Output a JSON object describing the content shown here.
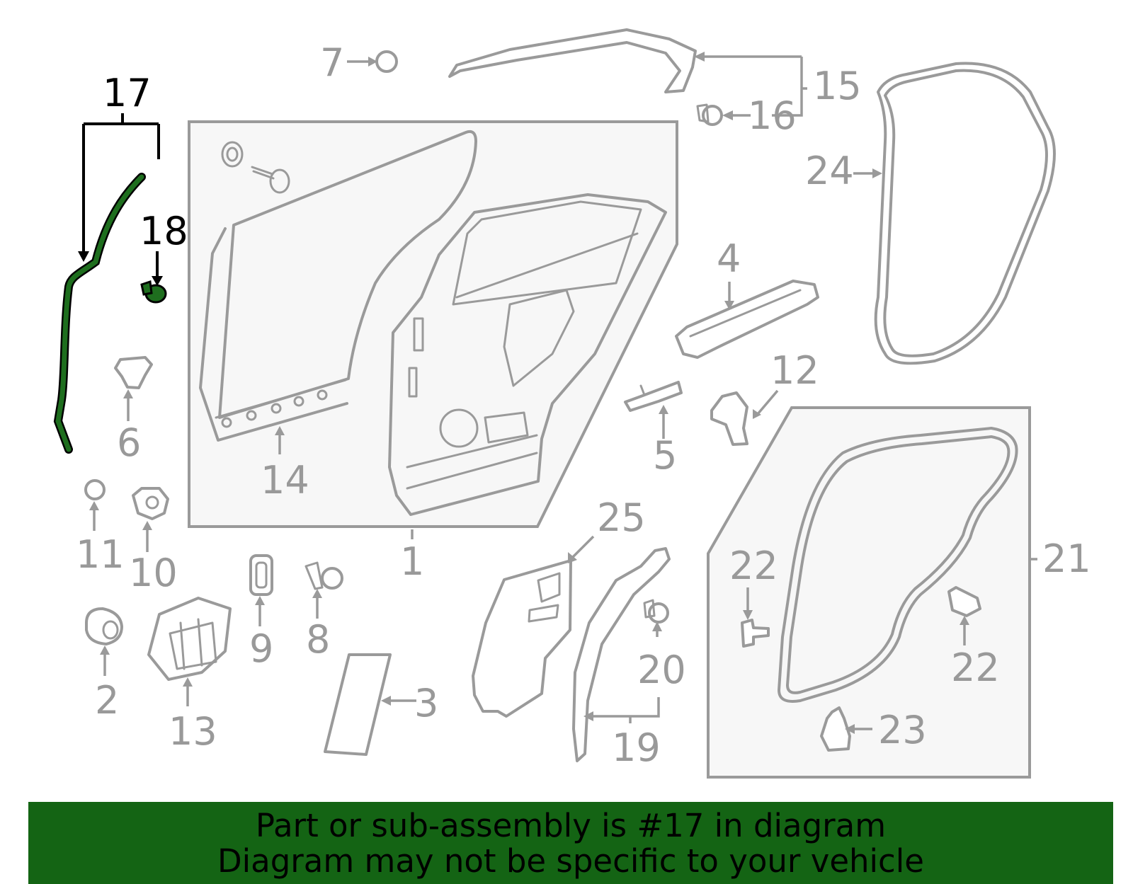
{
  "callouts": {
    "n1": "1",
    "n2": "2",
    "n3": "3",
    "n4": "4",
    "n5": "5",
    "n6": "6",
    "n7": "7",
    "n8": "8",
    "n9": "9",
    "n10": "10",
    "n11": "11",
    "n12": "12",
    "n13": "13",
    "n14": "14",
    "n15": "15",
    "n16": "16",
    "n17": "17",
    "n18": "18",
    "n19": "19",
    "n20": "20",
    "n21": "21",
    "n22a": "22",
    "n22b": "22",
    "n23": "23",
    "n24": "24",
    "n25": "25"
  },
  "highlight": {
    "part_number": "17",
    "color": "#1e6e1e",
    "leader_color": "#000000"
  },
  "colors": {
    "part_stroke": "#9a9a9a",
    "panel_fill": "#f7f7f7",
    "banner": "#146414"
  },
  "footer": {
    "line1": "Part or sub-assembly is #17 in diagram",
    "line2": "Diagram may not be specific to your vehicle"
  }
}
